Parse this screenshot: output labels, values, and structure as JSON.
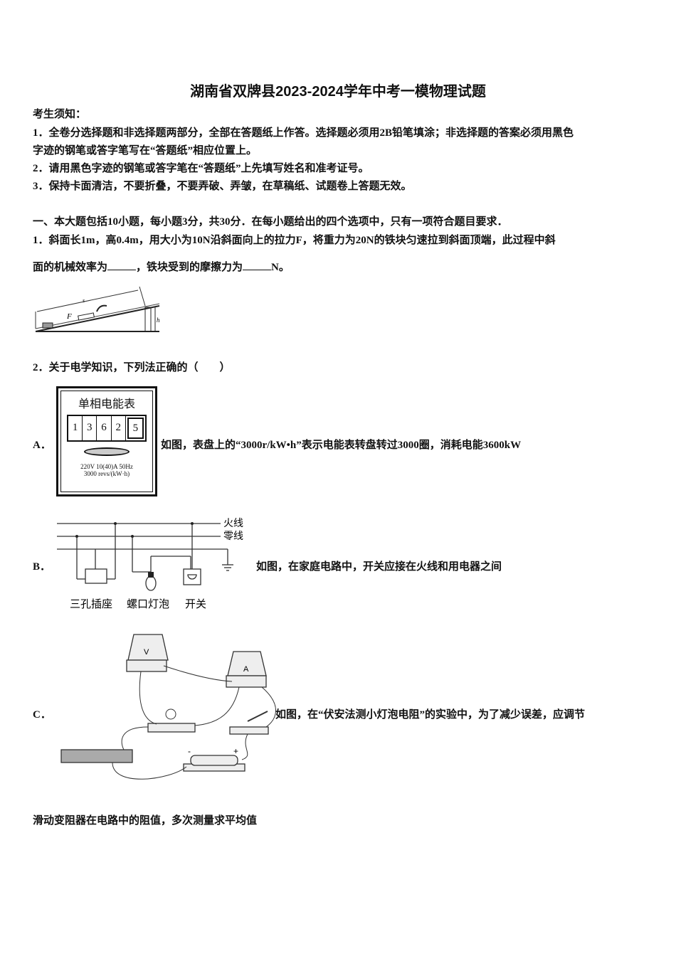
{
  "title": "湖南省双牌县2023-2024学年中考一模物理试题",
  "notice": {
    "heading": "考生须知：",
    "items": [
      "1．全卷分选择题和非选择题两部分，全部在答题纸上作答。选择题必须用2B铅笔填涂；非选择题的答案必须用黑色",
      "字迹的钢笔或答字笔写在“答题纸”相应位置上。",
      "2．请用黑色字迹的钢笔或答字笔在“答题纸”上先填写姓名和准考证号。",
      "3．保持卡面清洁，不要折叠，不要弄破、弄皱，在草稿纸、试题卷上答题无效。"
    ]
  },
  "section1": "一、本大题包括10小题，每小题3分，共30分．在每小题给出的四个选项中，只有一项符合题目要求．",
  "q1": {
    "line1": "1．斜面长1m，高0.4m，用大小为10N沿斜面向上的拉力F，将重力为20N的铁块匀速拉到斜面顶端，此过程中斜",
    "line2a": "面的机械效率为",
    "line2b": "，铁块受到的摩擦力为",
    "line2c": "N。",
    "figure_labels": {
      "s": "s",
      "F": "F",
      "h": "h"
    }
  },
  "q2": {
    "stem": "2．关于电学知识，下列法正确的（　　）",
    "options": [
      {
        "label": "A．",
        "text": "如图，表盘上的“3000r/kW•h”表示电能表转盘转过3000圈，消耗电能3600kW",
        "meter": {
          "title": "单相电能表",
          "digits": [
            "1",
            "3",
            "6",
            "2",
            "5"
          ],
          "spec1": "220V 10(40)A 50Hz",
          "spec2": "3000 revs/(kW·h)"
        }
      },
      {
        "label": "B．",
        "text": "如图，在家庭电路中，开关应接在火线和用电器之间",
        "circuit": {
          "live": "火线",
          "neutral": "零线",
          "socket": "三孔插座",
          "bulb": "螺口灯泡",
          "switch": "开关"
        }
      },
      {
        "label": "C．",
        "text": "如图，在“伏安法测小灯泡电阻”的实验中，为了减少误差，应调节",
        "continuation": "滑动变阻器在电路中的阻值，多次测量求平均值",
        "apparatus": {
          "voltmeter": "V",
          "ammeter": "A",
          "minus": "-",
          "plus": "+"
        }
      }
    ]
  }
}
